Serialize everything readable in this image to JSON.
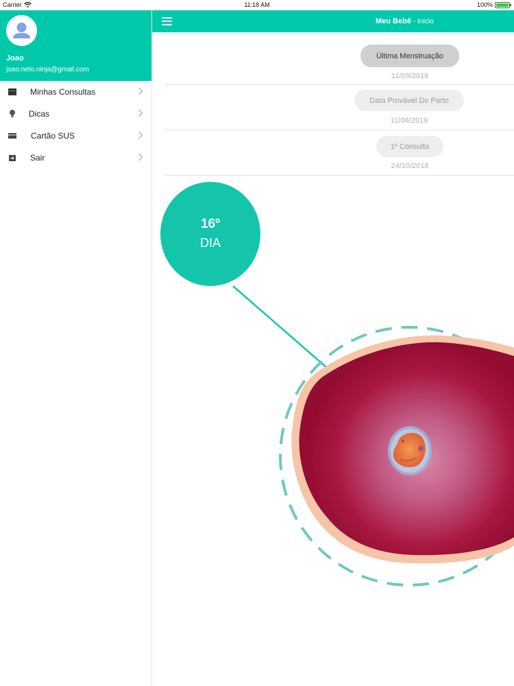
{
  "status_bar": {
    "carrier": "Carrier",
    "time": "11:18 AM",
    "battery": "100%",
    "battery_level": 1.0
  },
  "drawer": {
    "user": {
      "name": "Joao",
      "email": "joao.neto.ninja@gmail.com"
    },
    "items": [
      {
        "label": "Minhas Consultas",
        "icon": "calendar-icon"
      },
      {
        "label": "Dicas",
        "icon": "lightbulb-icon"
      },
      {
        "label": "Cartão SUS",
        "icon": "card-icon"
      },
      {
        "label": "Sair",
        "icon": "logout-icon"
      }
    ]
  },
  "navbar": {
    "title": "Meu Bebê",
    "subtitle": " - Início"
  },
  "dates": [
    {
      "label": "Última Menstruação",
      "value": "11/09/2018",
      "active": true
    },
    {
      "label": "Data Provável Do Parto",
      "value": "11/06/2019",
      "active": false
    },
    {
      "label": "1º Consulta",
      "value": "24/10/2018",
      "active": false
    }
  ],
  "day_badge": {
    "number": "16º",
    "word": "DIA"
  },
  "colors": {
    "accent": "#00c9ab",
    "embryo_cell": "#a0143c",
    "dashed_ring": "#6fc8c0"
  }
}
